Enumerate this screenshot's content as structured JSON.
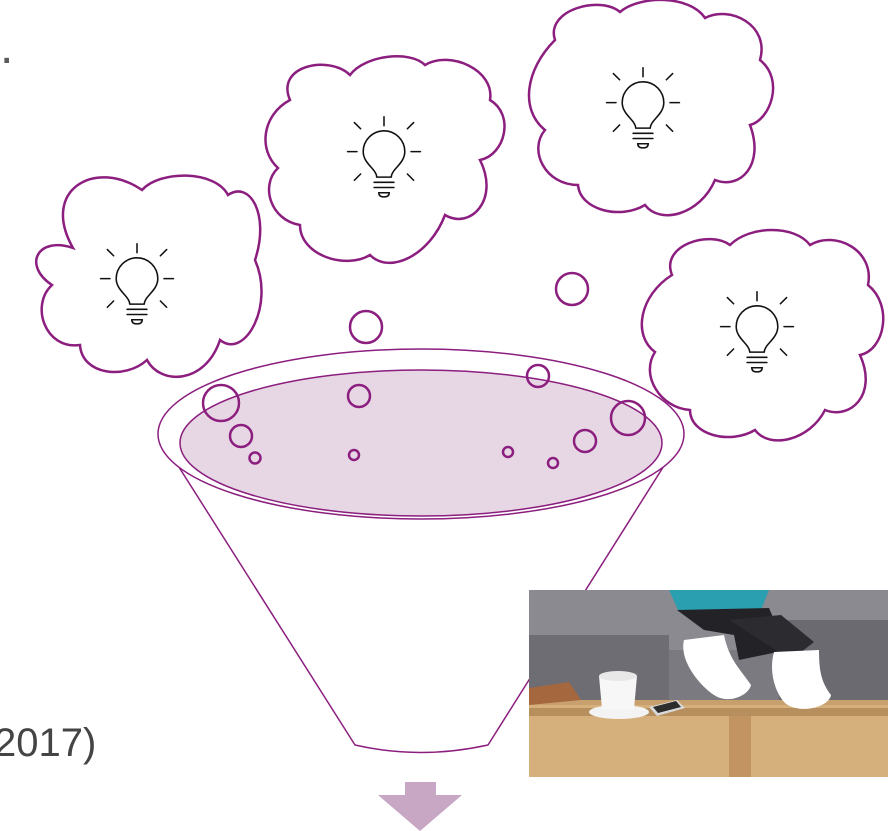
{
  "text": {
    "stray_dot": ".",
    "year_fragment": "2017)"
  },
  "colors": {
    "accent": "#8B1E7E",
    "funnel_fill": "#E7D7E4",
    "bulb_stroke": "#111111",
    "arrow": "#C7A7C3"
  },
  "icons": {
    "idea": "lightbulb-icon",
    "cloud": "thought-cloud",
    "arrow": "arrow-down-icon"
  },
  "photo": {
    "subject": "feet-on-table-photo"
  }
}
